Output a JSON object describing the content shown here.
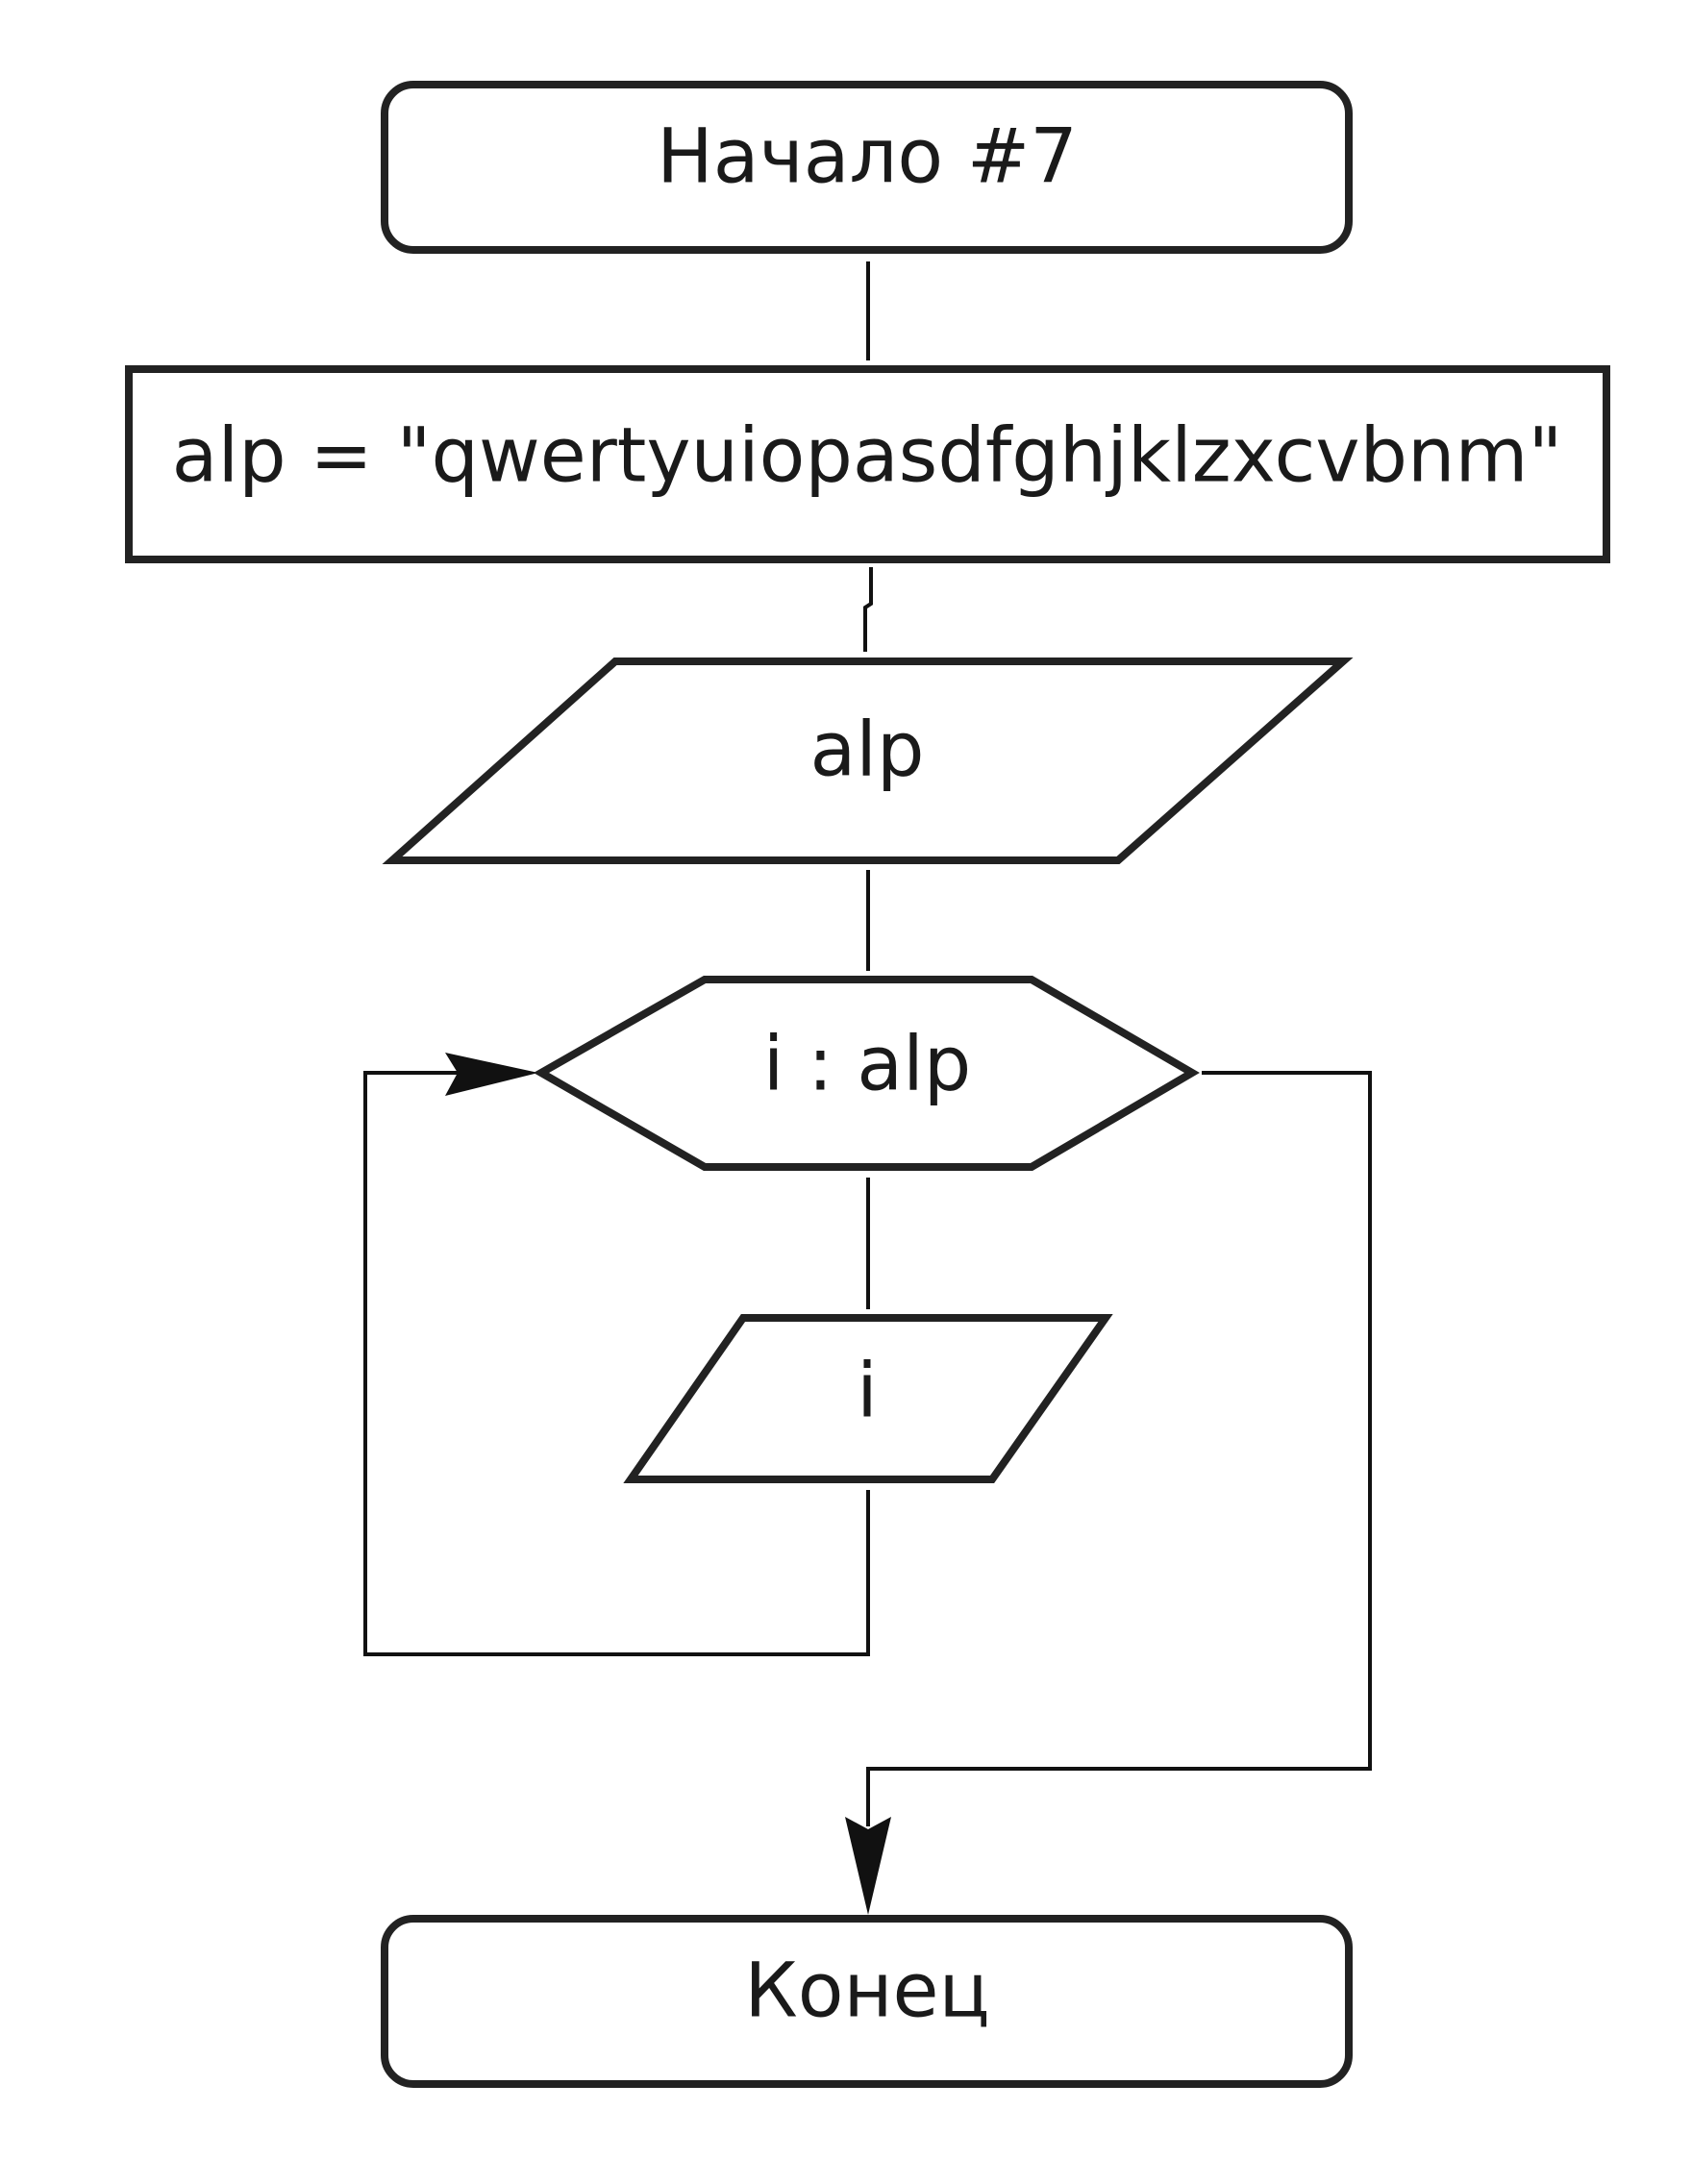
{
  "diagram": {
    "type": "flowchart",
    "blocks": {
      "start": {
        "shape": "terminator",
        "text": "Начало #7"
      },
      "assign": {
        "shape": "process",
        "text": "alp = \"qwertyuiopasdfghjklzxcvbnm\""
      },
      "output_alp": {
        "shape": "input-output",
        "text": "alp"
      },
      "loop": {
        "shape": "loop-hexagon",
        "text": "i : alp"
      },
      "output_i": {
        "shape": "input-output",
        "text": "i"
      },
      "end": {
        "shape": "terminator",
        "text": "Конец"
      }
    },
    "connections": [
      {
        "from": "start",
        "to": "assign"
      },
      {
        "from": "assign",
        "to": "output_alp"
      },
      {
        "from": "output_alp",
        "to": "loop"
      },
      {
        "from": "loop",
        "to": "output_i"
      },
      {
        "from": "output_i",
        "to": "loop",
        "kind": "loop-back"
      },
      {
        "from": "loop",
        "to": "end",
        "kind": "loop-exit"
      }
    ]
  }
}
